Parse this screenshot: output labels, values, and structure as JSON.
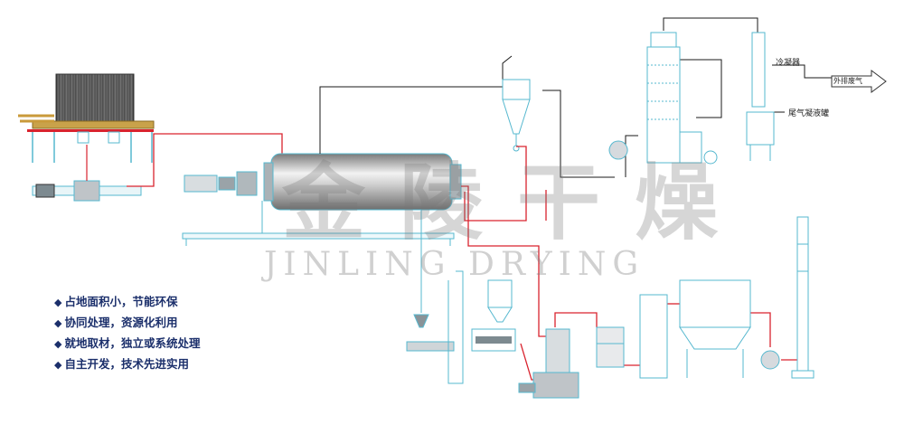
{
  "watermark": {
    "cn": "金陵干燥",
    "en": "JINLING DRYING"
  },
  "features": [
    {
      "label": "占地面积小，节能环保"
    },
    {
      "label": "协同处理，资源化利用"
    },
    {
      "label": "就地取材，独立或系统处理"
    },
    {
      "label": "自主开发，技术先进实用"
    }
  ],
  "labels": {
    "condenser": "冷凝器",
    "exhaust": "外排废气",
    "condensate_tank": "尾气凝液罐"
  },
  "colors": {
    "equipment_line": "#56b8cf",
    "hot_pipe": "#d9232e",
    "vapor_pipe": "#1a1a1a",
    "text_blue": "#1b2f6b"
  }
}
